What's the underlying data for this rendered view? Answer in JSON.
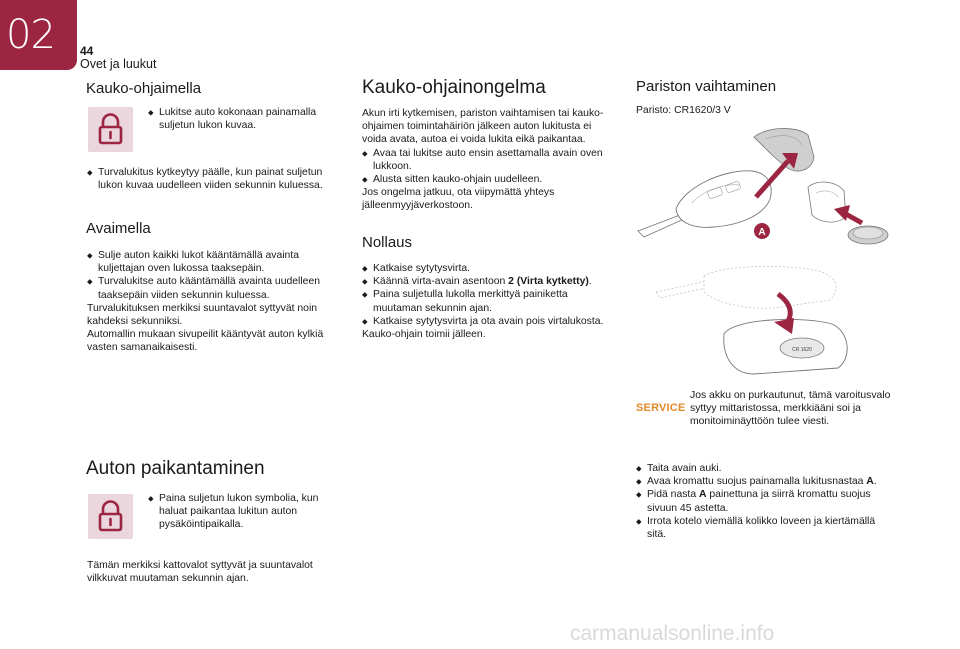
{
  "header": {
    "chapter": "02",
    "page": "44",
    "section": "Ovet ja luukut"
  },
  "col1": {
    "remote_title": "Kauko-ohjaimella",
    "remote_b1": "Lukitse auto kokonaan painamalla suljetun lukon kuvaa.",
    "remote_b2": "Turvalukitus kytkeytyy päälle, kun painat suljetun lukon kuvaa uudelleen viiden sekunnin kuluessa.",
    "key_title": "Avaimella",
    "key_b1": "Sulje auton kaikki lukot kääntämällä avainta kuljettajan oven lukossa taaksepäin.",
    "key_b2": "Turvalukitse auto kääntämällä avainta uudelleen taaksepäin viiden sekunnin kuluessa.",
    "key_p1": "Turvalukituksen merkiksi suuntavalot syttyvät noin kahdeksi sekunniksi.",
    "key_p2": "Automallin mukaan sivupeilit kääntyvät auton kylkiä vasten samanaikaisesti.",
    "locate_title": "Auton paikantaminen",
    "locate_b1": "Paina suljetun lukon symbolia, kun haluat paikantaa lukitun auton pysäköintipaikalla.",
    "locate_p1": "Tämän merkiksi kattovalot syttyvät ja suuntavalot vilkkuvat muutaman sekunnin ajan."
  },
  "col2": {
    "problem_title": "Kauko-ohjainongelma",
    "problem_p1": "Akun irti kytkemisen, pariston vaihtamisen tai kauko-ohjaimen toimintahäiriön jälkeen auton lukitusta ei voida avata, autoa ei voida lukita eikä paikantaa.",
    "problem_b1": "Avaa tai lukitse auto ensin asettamalla avain oven lukkoon.",
    "problem_b2": "Alusta sitten kauko-ohjain uudelleen.",
    "problem_p2": "Jos ongelma jatkuu, ota viipymättä yhteys jälleenmyyjäverkostoon.",
    "reset_title": "Nollaus",
    "reset_b1": "Katkaise sytytysvirta.",
    "reset_b2_pre": "Käännä virta-avain asentoon ",
    "reset_b2_bold": "2 (Virta kytketty)",
    "reset_b2_post": ".",
    "reset_b3": "Paina suljetulla lukolla merkittyä painiketta muutaman sekunnin ajan.",
    "reset_b4": "Katkaise sytytysvirta ja ota avain pois virtalukosta.",
    "reset_p1": "Kauko-ohjain toimii jälleen."
  },
  "col3": {
    "battery_title": "Pariston vaihtaminen",
    "battery_type": "Paristo: CR1620/3 V",
    "callout_a": "A",
    "coin_label": "CR 1620",
    "service_label": "SERVICE",
    "service_text": "Jos akku on purkautunut, tämä varoitusvalo syttyy mittaristossa, merkkiääni soi ja monitoiminäyttöön tulee viesti.",
    "b1": "Taita avain auki.",
    "b2_pre": "Avaa kromattu suojus painamalla lukitusnastaa ",
    "b2_bold": "A",
    "b2_post": ".",
    "b3_pre": "Pidä nasta ",
    "b3_bold": "A",
    "b3_post": " painettuna ja siirrä kromattu suojus sivuun 45 astetta.",
    "b4": "Irrota kotelo viemällä kolikko loveen ja kiertämällä sitä."
  },
  "watermark": "carmanualsonline.info",
  "colors": {
    "accent": "#9c2542",
    "icon_bg": "#ead6dc",
    "service": "#e08a2a"
  }
}
